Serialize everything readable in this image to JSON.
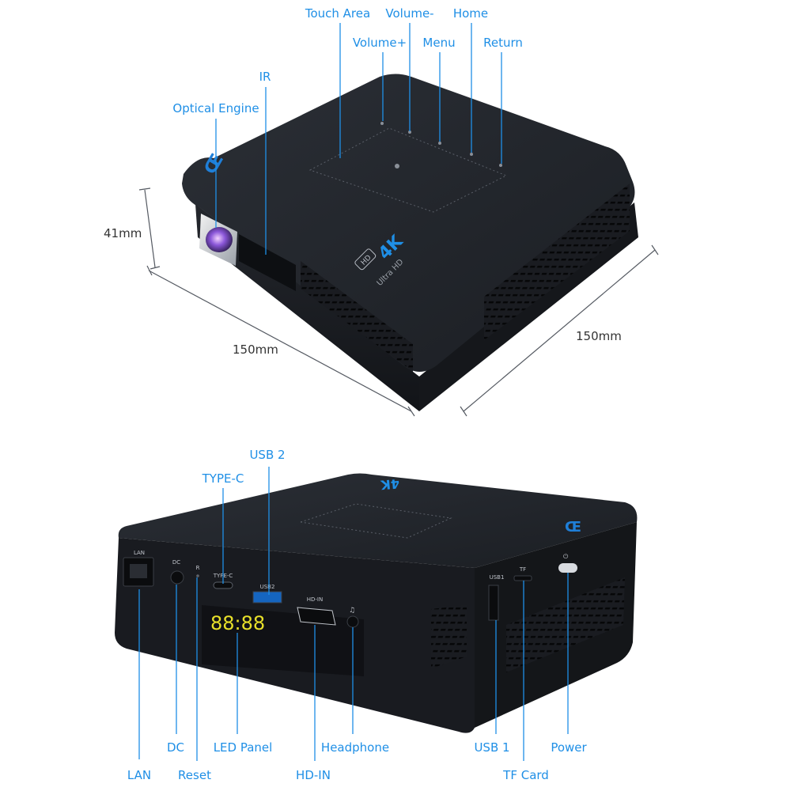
{
  "colors": {
    "label": "#1f8fe6",
    "dimension_text": "#333333",
    "device_body": "#1c1f24",
    "device_top": "#23262c",
    "led_digits": "#e8e02a",
    "accent_logo": "#1f7fd8"
  },
  "top_view": {
    "labels": {
      "touch_area": "Touch Area",
      "volume_minus": "Volume-",
      "home": "Home",
      "volume_plus": "Volume+",
      "menu": "Menu",
      "return": "Return",
      "ir": "IR",
      "optical_engine": "Optical Engine"
    },
    "dimensions": {
      "height": "41mm",
      "length": "150mm",
      "width": "150mm"
    },
    "printed": {
      "badge": "HD",
      "brand_4k": "4K",
      "brand_ultra": "Ultra HD"
    }
  },
  "rear_view": {
    "labels": {
      "usb2": "USB 2",
      "type_c": "TYPE-C",
      "lan": "LAN",
      "dc": "DC",
      "reset": "Reset",
      "led_panel": "LED Panel",
      "hd_in": "HD-IN",
      "headphone": "Headphone",
      "usb1": "USB 1",
      "tf_card": "TF Card",
      "power": "Power"
    },
    "port_prints": {
      "lan": "LAN",
      "dc": "DC",
      "reset": "R",
      "type_c": "TYPE-C",
      "usb2": "USB2",
      "hd_in": "HD-IN",
      "usb1": "USB1",
      "tf": "TF"
    },
    "led_readout": "88:88"
  }
}
